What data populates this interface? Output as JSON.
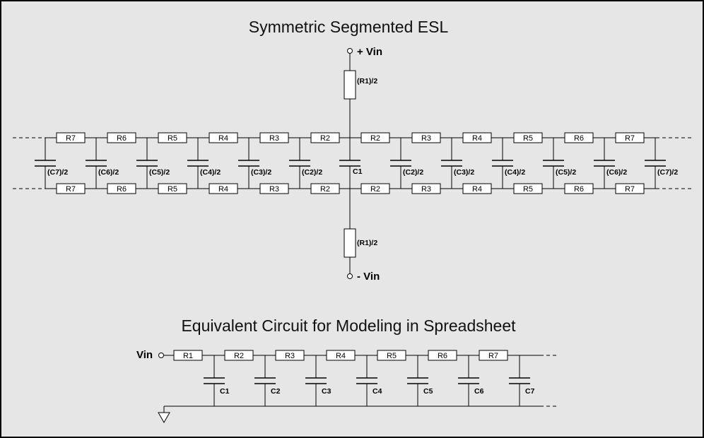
{
  "titles": {
    "main": "Symmetric Segmented ESL",
    "equivalent": "Equivalent Circuit for Modeling in Spreadsheet"
  },
  "esl": {
    "plus_vin": "+ Vin",
    "minus_vin": "- Vin",
    "top_resistor": "(R1)/2",
    "bottom_resistor": "(R1)/2",
    "center_capacitor": "C1",
    "left_resistors": [
      "R7",
      "R6",
      "R5",
      "R4",
      "R3",
      "R2"
    ],
    "right_resistors": [
      "R2",
      "R3",
      "R4",
      "R5",
      "R6",
      "R7"
    ],
    "left_capacitors": [
      "(C7)/2",
      "(C6)/2",
      "(C5)/2",
      "(C4)/2",
      "(C3)/2",
      "(C2)/2"
    ],
    "right_capacitors": [
      "(C2)/2",
      "(C3)/2",
      "(C4)/2",
      "(C5)/2",
      "(C6)/2",
      "(C7)/2"
    ]
  },
  "equivalent": {
    "vin": "Vin",
    "resistors": [
      "R1",
      "R2",
      "R3",
      "R4",
      "R5",
      "R6",
      "R7"
    ],
    "capacitors": [
      "C1",
      "C2",
      "C3",
      "C4",
      "C5",
      "C6",
      "C7"
    ]
  }
}
